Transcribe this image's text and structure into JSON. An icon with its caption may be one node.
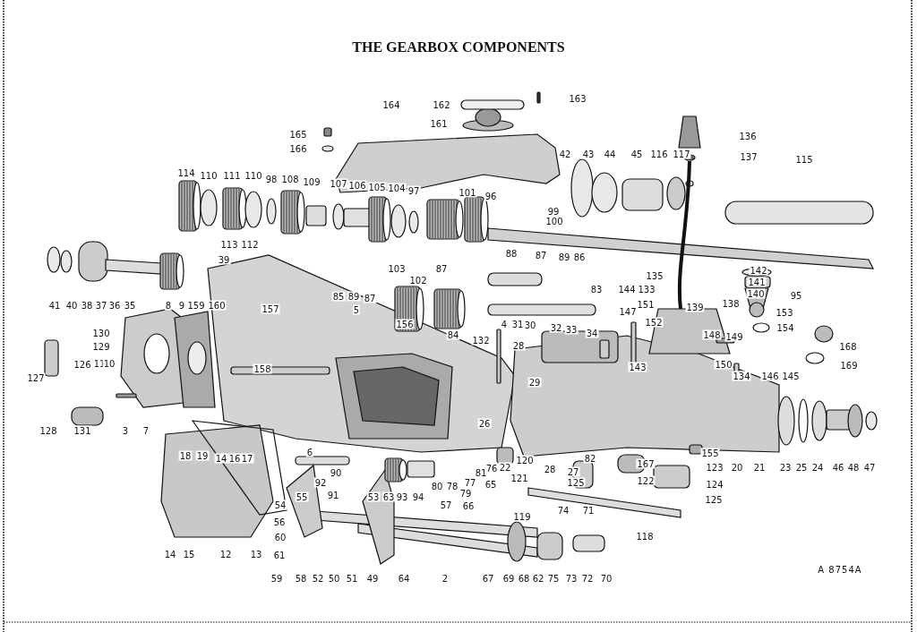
{
  "diagram": {
    "title": "THE GEARBOX COMPONENTS",
    "labels": [
      "164",
      "162",
      "163",
      "161",
      "165",
      "136",
      "166",
      "42",
      "43",
      "44",
      "45",
      "116",
      "117",
      "137",
      "115",
      "114",
      "110",
      "111",
      "110",
      "98",
      "108",
      "109",
      "107",
      "106",
      "105",
      "104",
      "97",
      "101",
      "96",
      "99",
      "100",
      "113",
      "112",
      "39",
      "88",
      "87",
      "89",
      "86",
      "103",
      "87",
      "135",
      "142",
      "102",
      "141",
      "85",
      "89",
      "87",
      "83",
      "144",
      "133",
      "140",
      "95",
      "41",
      "40",
      "38",
      "37",
      "36",
      "35",
      "8",
      "9",
      "159",
      "160",
      "157",
      "5",
      "147",
      "151",
      "139",
      "138",
      "153",
      "156",
      "4",
      "31",
      "30",
      "32",
      "33",
      "152",
      "154",
      "130",
      "84",
      "34",
      "148",
      "149",
      "129",
      "132",
      "28",
      "168",
      "126",
      "11",
      "10",
      "158",
      "143",
      "150",
      "169",
      "127",
      "29",
      "134",
      "146",
      "145",
      "26",
      "128",
      "131",
      "3",
      "7",
      "18",
      "19",
      "14",
      "16",
      "17",
      "6",
      "82",
      "155",
      "76",
      "22",
      "120",
      "28",
      "167",
      "123",
      "20",
      "21",
      "23",
      "25",
      "24",
      "46",
      "48",
      "47",
      "90",
      "81",
      "121",
      "27",
      "92",
      "80",
      "78",
      "77",
      "65",
      "125",
      "122",
      "124",
      "55",
      "91",
      "53",
      "63",
      "93",
      "94",
      "79",
      "125",
      "54",
      "57",
      "66",
      "74",
      "71",
      "56",
      "119",
      "60",
      "118",
      "14",
      "15",
      "12",
      "13",
      "61",
      "A 8754A",
      "59",
      "58",
      "52",
      "50",
      "51",
      "49",
      "64",
      "2",
      "67",
      "69",
      "68",
      "62",
      "75",
      "73",
      "72",
      "70"
    ]
  }
}
